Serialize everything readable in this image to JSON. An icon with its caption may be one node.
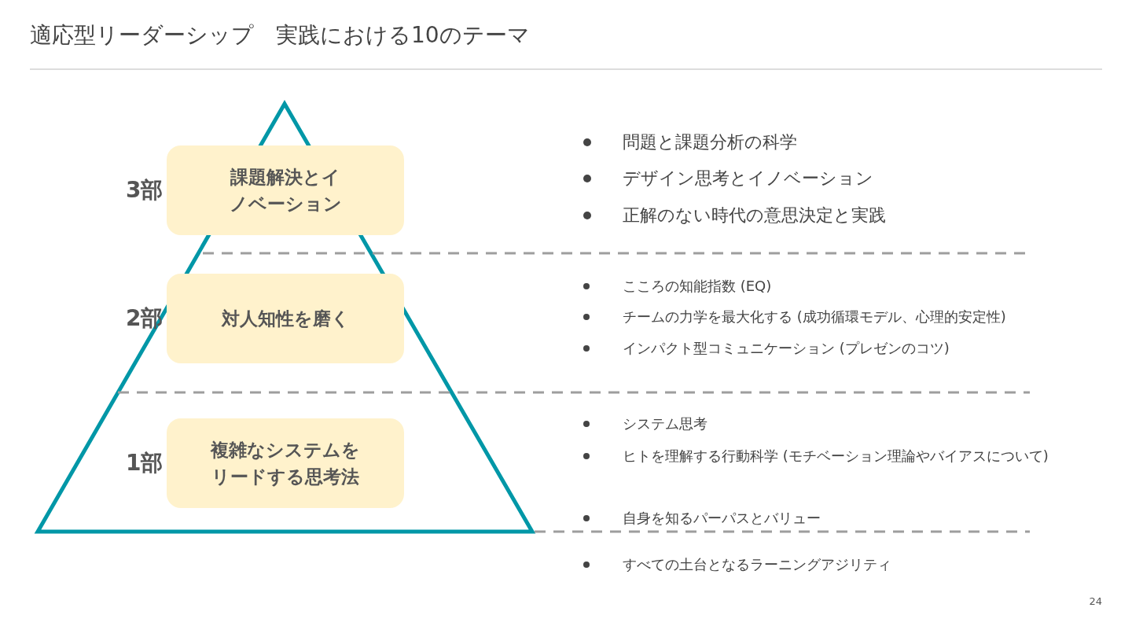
{
  "diagram": {
    "title": "適応型リーダーシップ　実践における10のテーマ",
    "nodes": [
      {
        "text": [
          "課題解決とイノベーション"
        ],
        "beside": [
          "3部"
        ]
      },
      {
        "text": [
          "対人知性を磨く"
        ],
        "beside": [
          "2部"
        ]
      },
      {
        "text": [
          "複雑なシステムをリードする思考法"
        ],
        "beside": [
          "1部"
        ]
      }
    ],
    "labels": [
      "問題と課題分析の科学",
      "デザイン思考とイノベーション",
      "正解のない時代の意思決定と実践",
      "こころの知能指数 (EQ)",
      "チームの力学を最大化する (成功循環モデル、心理的安定性)",
      "インパクト型コミュニケーション (プレゼンのコツ)",
      "システム思考",
      "ヒトを理解する行動科学 (モチベーション理論やバイアスについて)",
      "自身を知るパーパスとバリュー",
      "すべての土台となるラーニングアジリティ",
      "24"
    ]
  }
}
